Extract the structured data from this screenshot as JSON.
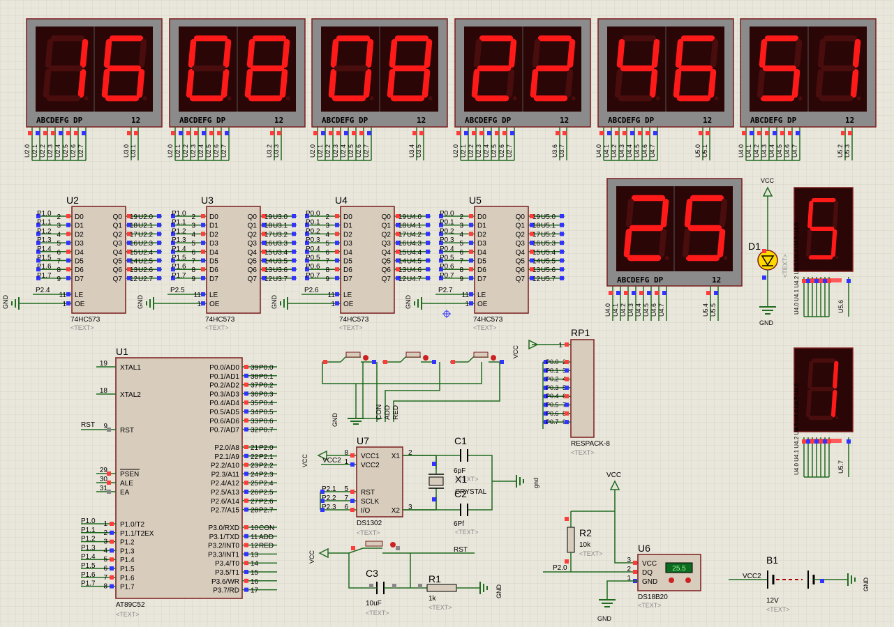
{
  "theme": {
    "background": "#e9e7dc",
    "grid": "#d7d4c6",
    "wire": "#1f6b1f",
    "chip_fill": "#d8ccbd",
    "chip_border": "#7a1c1c",
    "display_bezel": "#8b8b8b",
    "display_face": "#2a0606",
    "segment_on": "#ff1a1a",
    "segment_off": "#4a0d0d",
    "pin_red": "#ff3b3b",
    "pin_blue": "#3333ff",
    "pin_gray": "#888888",
    "label": "#000000",
    "hint": "#8a8a8a"
  },
  "displays": {
    "strip_label": "ABCDEFG  DP",
    "strip_number": "12",
    "top": [
      {
        "digits": "16",
        "pins": [
          "U2.0",
          "U2.1",
          "U2.2",
          "U2.3",
          "U2.4",
          "U2.5",
          "U2.6",
          "U2.7",
          "U3.0",
          "U3.1"
        ]
      },
      {
        "digits": "08",
        "pins": [
          "U2.0",
          "U2.1",
          "U2.2",
          "U2.3",
          "U2.4",
          "U2.5",
          "U2.6",
          "U2.7",
          "U3.2",
          "U3.3"
        ]
      },
      {
        "digits": "08",
        "pins": [
          "U2.0",
          "U2.1",
          "U2.2",
          "U2.3",
          "U2.4",
          "U2.5",
          "U2.6",
          "U2.7",
          "U3.4",
          "U3.5"
        ]
      },
      {
        "digits": "22",
        "pins": [
          "U2.0",
          "U2.1",
          "U2.2",
          "U2.3",
          "U2.4",
          "U2.5",
          "U2.6",
          "U2.7",
          "U3.6",
          "U3.7"
        ]
      },
      {
        "digits": "46",
        "pins": [
          "U4.0",
          "U4.1",
          "U4.2",
          "U4.3",
          "U4.4",
          "U4.5",
          "U4.6",
          "U4.7",
          "U5.0",
          "U5.1"
        ]
      },
      {
        "digits": "51",
        "pins": [
          "U4.0",
          "U4.1",
          "U4.2",
          "U4.3",
          "U4.4",
          "U4.5",
          "U4.6",
          "U4.7",
          "U5.2",
          "U5.3"
        ]
      }
    ],
    "temp": {
      "digits": "25",
      "pins": [
        "U4.0",
        "U4.1",
        "U4.2",
        "U4.3",
        "U4.4",
        "U4.5",
        "U4.6",
        "U4.7",
        "U5.4",
        "U5.5"
      ]
    },
    "single1": {
      "digit": "5",
      "pins_left": "U4.0 U4.1 U4.2 U4.3 U4.4 U4.5 U4.6",
      "pin_right": "U5.6"
    },
    "single2": {
      "digit": "1",
      "pins_left": "U4.0 U4.1 U4.2 U4.3 U4.4 U4.5 U4.6",
      "pin_right": "U5.7"
    }
  },
  "latches": [
    {
      "ref": "U2",
      "part": "74HC573",
      "text": "<TEXT>",
      "in": [
        "P1.0",
        "P1.1",
        "P1.2",
        "P1.3",
        "P1.4",
        "P1.5",
        "P1.6",
        "P1.7"
      ],
      "le": "P2.4",
      "out": [
        "U2.0",
        "U2.1",
        "U2.2",
        "U2.3",
        "U2.4",
        "U2.5",
        "U2.6",
        "U2.7"
      ]
    },
    {
      "ref": "U3",
      "part": "74HC573",
      "text": "<TEXT>",
      "in": [
        "P1.0",
        "P1.1",
        "P1.2",
        "P1.3",
        "P1.4",
        "P1.5",
        "P1.6",
        "P1.7"
      ],
      "le": "P2.5",
      "out": [
        "U3.0",
        "U3.1",
        "U3.2",
        "U3.3",
        "U3.4",
        "U3.5",
        "U3.6",
        "U3.7"
      ]
    },
    {
      "ref": "U4",
      "part": "74HC573",
      "text": "<TEXT>",
      "in": [
        "P0.0",
        "P0.1",
        "P0.2",
        "P0.3",
        "P0.4",
        "P0.5",
        "P0.6",
        "P0.7"
      ],
      "le": "P2.6",
      "out": [
        "U4.0",
        "U4.1",
        "U4.2",
        "U4.3",
        "U4.4",
        "U4.5",
        "U4.6",
        "U4.7"
      ]
    },
    {
      "ref": "U5",
      "part": "74HC573",
      "text": "<TEXT>",
      "in": [
        "P0.0",
        "P0.1",
        "P0.2",
        "P0.3",
        "P0.4",
        "P0.5",
        "P0.6",
        "P0.7"
      ],
      "le": "P2.7",
      "out": [
        "U5.0",
        "U5.1",
        "U5.2",
        "U5.3",
        "U5.4",
        "U5.5",
        "U5.6",
        "U5.7"
      ]
    }
  ],
  "latch_pins": {
    "d": [
      "D0",
      "D1",
      "D2",
      "D3",
      "D4",
      "D5",
      "D6",
      "D7"
    ],
    "q": [
      "Q0",
      "Q1",
      "Q2",
      "Q3",
      "Q4",
      "Q5",
      "Q6",
      "Q7"
    ],
    "in_nums": [
      "2",
      "3",
      "4",
      "5",
      "6",
      "7",
      "8",
      "9"
    ],
    "out_nums": [
      "19",
      "18",
      "17",
      "16",
      "15",
      "14",
      "13",
      "12"
    ],
    "le": "LE",
    "oe": "OE",
    "le_num": "11",
    "oe_num": "1",
    "gnd": "GND"
  },
  "mcu": {
    "ref": "U1",
    "part": "AT89C52",
    "text": "<TEXT>",
    "xtal1": "XTAL1",
    "xtal1_num": "19",
    "xtal2": "XTAL2",
    "xtal2_num": "18",
    "rst": "RST",
    "rst_num": "9",
    "rst_net": "RST",
    "psen": "PSEN",
    "ale": "ALE",
    "ea": "EA",
    "psen_num": "29",
    "ale_num": "30",
    "ea_num": "31",
    "p0_pins": [
      "P0.0/AD0",
      "P0.1/AD1",
      "P0.2/AD2",
      "P0.3/AD3",
      "P0.4/AD4",
      "P0.5/AD5",
      "P0.6/AD6",
      "P0.7/AD7"
    ],
    "p0_nums": [
      "39",
      "38",
      "37",
      "36",
      "35",
      "34",
      "33",
      "32"
    ],
    "p0_nets": [
      "P0.0",
      "P0.1",
      "P0.2",
      "P0.3",
      "P0.4",
      "P0.5",
      "P0.6",
      "P0.7"
    ],
    "p2_pins": [
      "P2.0/A8",
      "P2.1/A9",
      "P2.2/A10",
      "P2.3/A11",
      "P2.4/A12",
      "P2.5/A13",
      "P2.6/A14",
      "P2.7/A15"
    ],
    "p2_nums": [
      "21",
      "22",
      "23",
      "24",
      "25",
      "26",
      "27",
      "28"
    ],
    "p2_nets": [
      "P2.0",
      "P2.1",
      "P2.2",
      "P2.3",
      "P2.4",
      "P2.5",
      "P2.6",
      "P2.7"
    ],
    "p1_pins": [
      "P1.0/T2",
      "P1.1/T2EX",
      "P1.2",
      "P1.3",
      "P1.4",
      "P1.5",
      "P1.6",
      "P1.7"
    ],
    "p1_nums": [
      "1",
      "2",
      "3",
      "4",
      "5",
      "6",
      "7",
      "8"
    ],
    "p1_nets": [
      "P1.0",
      "P1.1",
      "P1.2",
      "P1.3",
      "P1.4",
      "P1.5",
      "P1.6",
      "P1.7"
    ],
    "p3_pins": [
      "P3.0/RXD",
      "P3.1/TXD",
      "P3.2/INT0",
      "P3.3/INT1",
      "P3.4/T0",
      "P3.5/T1",
      "P3.6/WR",
      "P3.7/RD"
    ],
    "p3_nums": [
      "10",
      "11",
      "12",
      "13",
      "14",
      "15",
      "16",
      "17"
    ],
    "p3_nets": [
      "CON",
      "ADD",
      "RED",
      "",
      "",
      "",
      "",
      ""
    ]
  },
  "buttons": {
    "nets": [
      "CON",
      "ADD",
      "RED"
    ],
    "gnd": "GND"
  },
  "rp1": {
    "ref": "RP1",
    "part": "RESPACK-8",
    "text": "<TEXT>",
    "vcc": "VCC",
    "pin1": "1",
    "nets": [
      "P0.0",
      "P0.1",
      "P0.2",
      "P0.3",
      "P0.4",
      "P0.5",
      "P0.6",
      "P0.7"
    ],
    "nums": [
      "2",
      "3",
      "4",
      "5",
      "6",
      "7",
      "8",
      "9"
    ]
  },
  "rtc": {
    "ref": "U7",
    "part": "DS1302",
    "text": "<TEXT>",
    "vcc": "VCC",
    "vcc2": "VCC2",
    "pins_left": [
      "VCC1",
      "VCC2",
      "RST",
      "SCLK",
      "I/O"
    ],
    "nums_left": [
      "8",
      "1",
      "5",
      "7",
      "6"
    ],
    "pins_right": [
      "X1",
      "X2"
    ],
    "nums_right": [
      "2",
      "3"
    ],
    "nets": [
      "P2.1",
      "P2.2",
      "P2.3"
    ]
  },
  "c1": {
    "ref": "C1",
    "value": "6pF",
    "text": "<TEXT>"
  },
  "c2": {
    "ref": "C2",
    "value": "6Pf",
    "text": "<TEXT>"
  },
  "x1": {
    "ref": "X1",
    "value": "CRYSTAL",
    "text": "<TEXT>"
  },
  "gnd_label": "gnd",
  "c3": {
    "ref": "C3",
    "value": "10uF",
    "text": "<TEXT>"
  },
  "r1": {
    "ref": "R1",
    "value": "1k",
    "text": "<TEXT>"
  },
  "rst_circuit": {
    "vcc": "VCC",
    "net": "RST",
    "gnd": "GND"
  },
  "r2": {
    "ref": "R2",
    "value": "10k",
    "text": "<TEXT>",
    "vcc": "VCC",
    "net": "P2.0"
  },
  "sensor": {
    "ref": "U6",
    "part": "DS18B20",
    "text": "<TEXT>",
    "pins": [
      "VCC",
      "DQ",
      "GND"
    ],
    "nums": [
      "3",
      "2",
      "1"
    ],
    "reading": "25.5",
    "gnd": "GND"
  },
  "battery": {
    "ref": "B1",
    "value": "12V",
    "text": "<TEXT>",
    "net": "VCC2",
    "gnd": "GND"
  },
  "led": {
    "ref": "D1",
    "text": "<TEXT>",
    "vcc": "VCC",
    "gnd": "GND"
  }
}
